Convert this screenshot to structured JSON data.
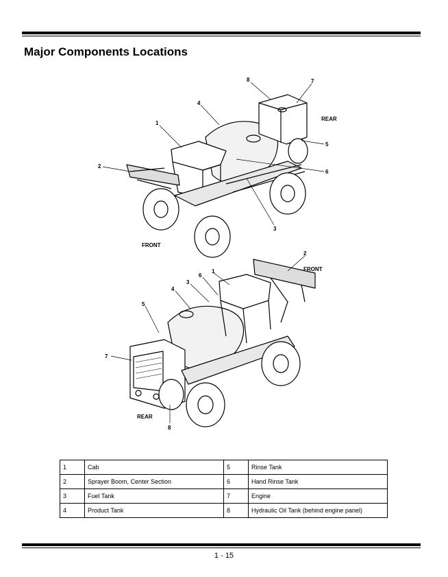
{
  "title": "Major Components Locations",
  "page_number": "1 - 15",
  "figure_top": {
    "callouts": [
      "1",
      "2",
      "3",
      "4",
      "5",
      "6",
      "7",
      "8"
    ],
    "label_rear": "REAR",
    "label_front": "FRONT"
  },
  "figure_bottom": {
    "callouts": [
      "1",
      "2",
      "3",
      "4",
      "5",
      "6",
      "7",
      "8"
    ],
    "label_rear": "REAR",
    "label_front": "FRONT"
  },
  "components": [
    {
      "num": "1",
      "name": "Cab"
    },
    {
      "num": "2",
      "name": "Sprayer Boom, Center Section"
    },
    {
      "num": "3",
      "name": "Fuel Tank"
    },
    {
      "num": "4",
      "name": "Product Tank"
    },
    {
      "num": "5",
      "name": "Rinse Tank"
    },
    {
      "num": "6",
      "name": "Hand Rinse Tank"
    },
    {
      "num": "7",
      "name": "Engine"
    },
    {
      "num": "8",
      "name": "Hydraulic Oil Tank (behind engine panel)"
    }
  ]
}
